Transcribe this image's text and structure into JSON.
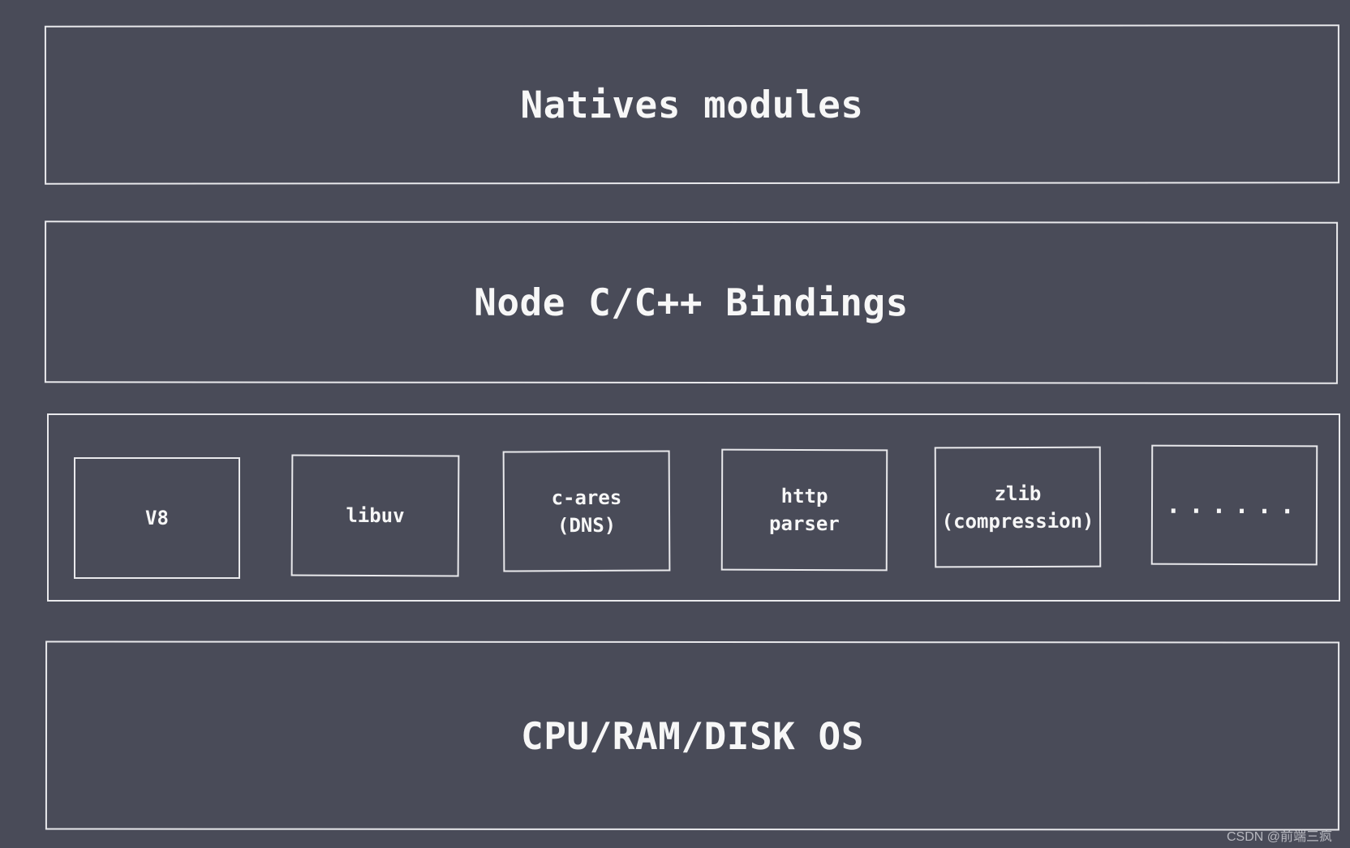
{
  "layers": [
    {
      "id": "natives",
      "label": "Natives modules"
    },
    {
      "id": "bindings",
      "label": "Node C/C++ Bindings"
    },
    {
      "id": "deps",
      "label": "",
      "children": [
        {
          "id": "v8",
          "label": "V8"
        },
        {
          "id": "libuv",
          "label": "libuv"
        },
        {
          "id": "c-ares",
          "label": "c-ares\n(DNS)"
        },
        {
          "id": "http-parser",
          "label": "http\nparser"
        },
        {
          "id": "zlib",
          "label": "zlib\n(compression)"
        },
        {
          "id": "more",
          "label": "......"
        }
      ]
    },
    {
      "id": "os",
      "label": "CPU/RAM/DISK OS"
    }
  ],
  "watermark": "CSDN @前端三疯",
  "colors": {
    "background": "#494b58",
    "stroke": "#e9e9ec",
    "text": "#f7f7f7"
  }
}
